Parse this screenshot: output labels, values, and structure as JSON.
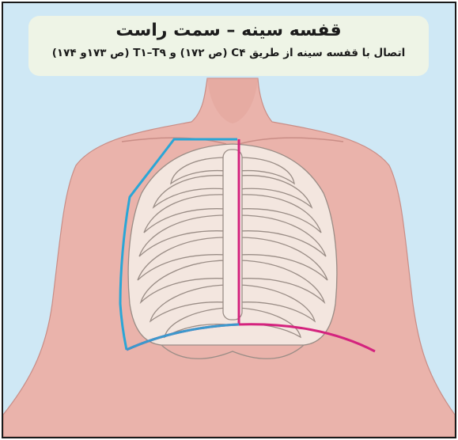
{
  "header": {
    "title": "قفسه سینه – سمت راست",
    "subtitle": "اتصال با قفسه سینه از طریق C۴ (ص ۱۷۲) و T۱–T۹ (ص ۱۷۳و ۱۷۴)"
  },
  "illustration": {
    "subject": "torso-ribcage",
    "colors": {
      "background": "#cfe8f5",
      "skin": "#eab3ab",
      "bone": "#f3e6df",
      "bone_outline": "#9a8d86",
      "region_outline_blue": "#2aa6d6",
      "midline_magenta": "#d4237e"
    }
  }
}
